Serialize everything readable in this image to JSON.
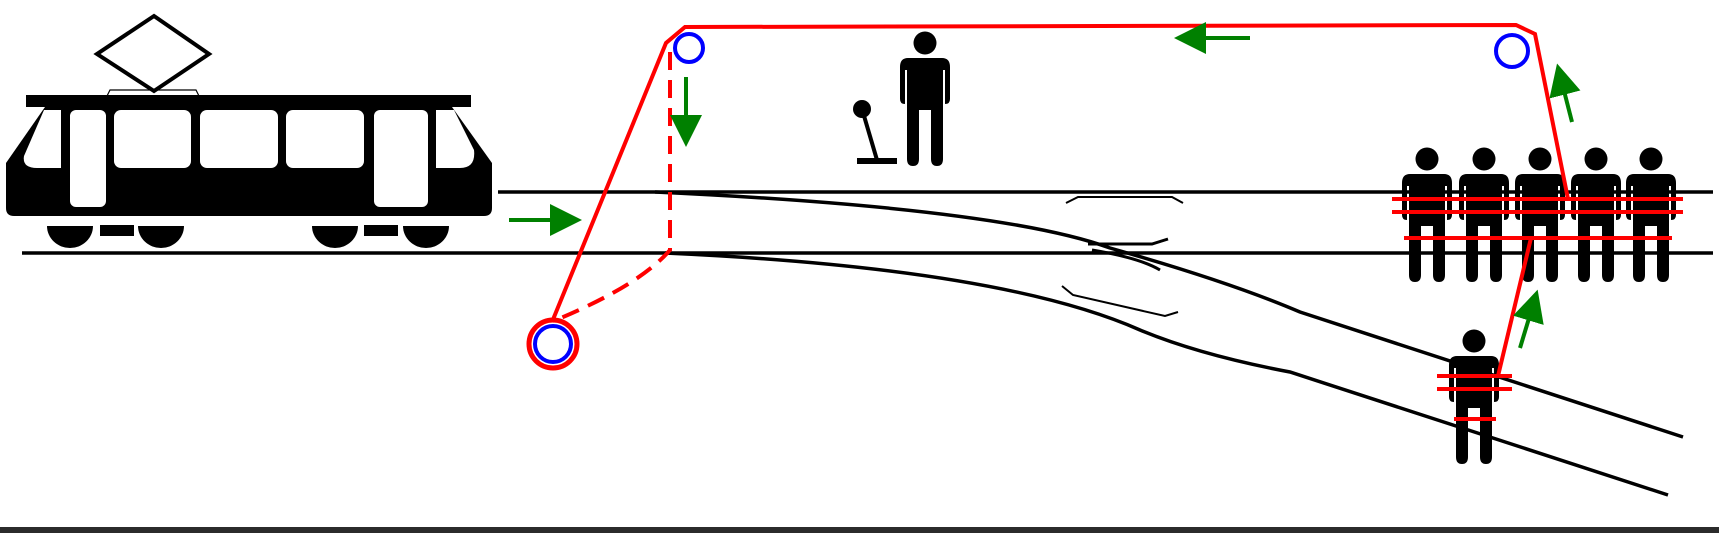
{
  "title": "",
  "colors": {
    "track": "#000000",
    "pulley_rope": "#ff0000",
    "pulley": "#0000ff",
    "motion_arrow": "#008000",
    "figure": "#000000",
    "bottom_bar": "#2b2b2b"
  },
  "elements": {
    "tram": "tram-icon",
    "lever": "lever-icon",
    "bystander": "person-icon",
    "group_on_main_track": "person-icon",
    "count_group_on_main_track": 5,
    "person_on_side_track": "person-icon",
    "count_person_on_side_track": 1,
    "pulleys": "pulley-icon",
    "count_pulleys": 3
  }
}
